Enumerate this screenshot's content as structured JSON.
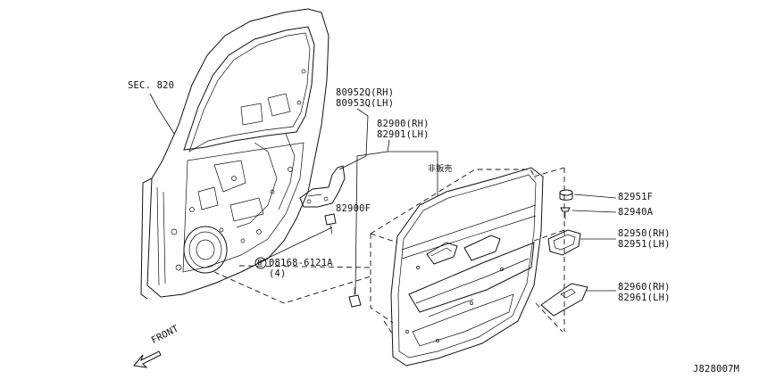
{
  "labels": {
    "sec": "SEC. 820",
    "p80952q": "80952Q(RH)",
    "p80953q": "80953Q(LH)",
    "p82900": "82900(RH)",
    "p82901": "82901(LH)",
    "not_sold": "非販売",
    "p82900f": "82900F",
    "bolt_code": "08168-6121A",
    "bolt_prefix": "B",
    "bolt_qty": "(4)",
    "p82951f": "82951F",
    "p82940a": "82940A",
    "p82950": "82950(RH)",
    "p82951": "82951(LH)",
    "p82960": "82960(RH)",
    "p82961": "82961(LH)",
    "front": "FRONT",
    "diagram_id": "J828007M"
  },
  "colors": {
    "line": "#111111",
    "background": "#ffffff"
  }
}
